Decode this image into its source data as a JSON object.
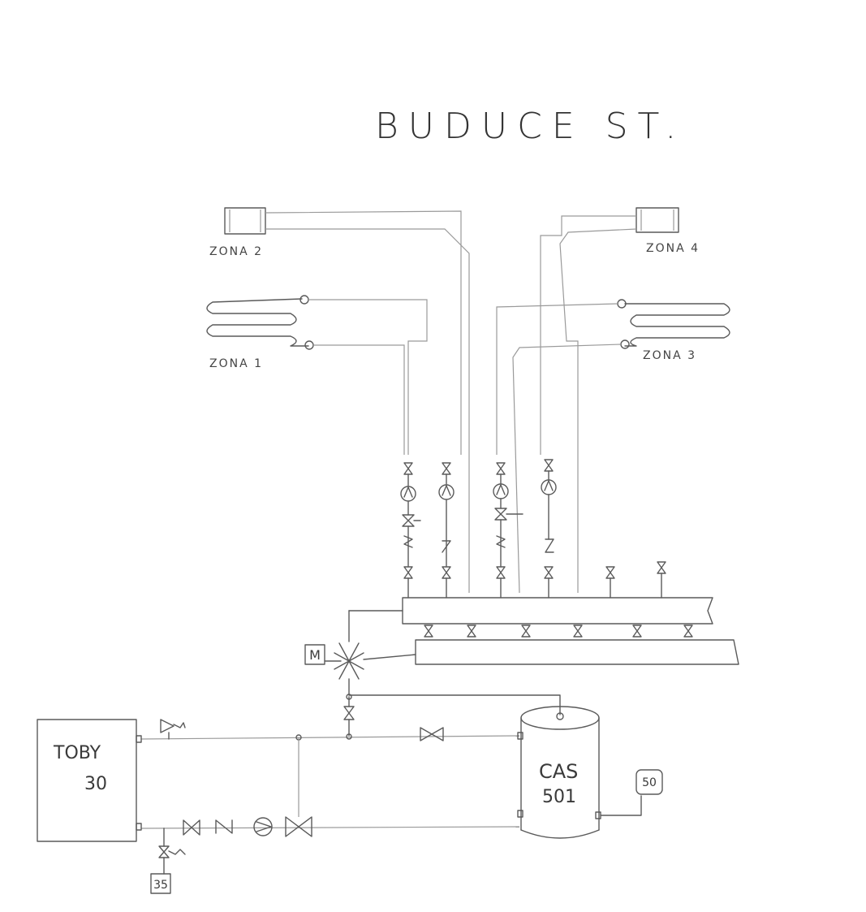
{
  "title": "BUDUCE ST.",
  "zones": {
    "zone1": "ZONA 1",
    "zone2": "ZONA 2",
    "zone3": "ZONA 3",
    "zone4": "ZONA 4"
  },
  "boiler": {
    "line1": "TOBY",
    "line2": "30"
  },
  "tank": {
    "line1": "CAS",
    "line2": "501"
  },
  "badges": {
    "actuator": "M",
    "expansion_small": "35",
    "expansion_large": "50"
  }
}
